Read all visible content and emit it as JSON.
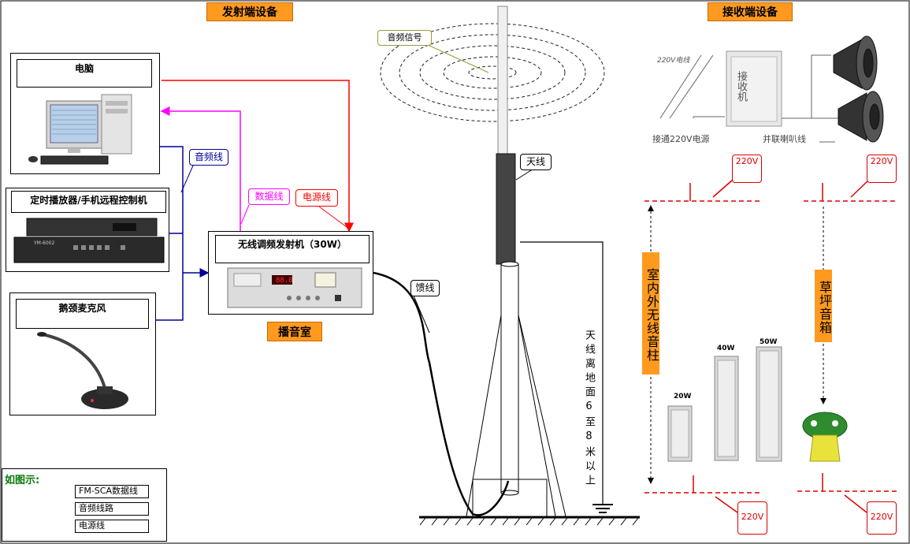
{
  "headers": {
    "transmitter": "发射端设备",
    "receiver": "接收端设备",
    "broadcast_room": "播音室"
  },
  "devices": {
    "computer": "电脑",
    "timer": "定时播放器/手机远程控制机",
    "microphone": "鹅颈麦克风",
    "transmitter": "无线调频发射机（30W）",
    "timer_model": "YM-6002"
  },
  "callouts": {
    "audio_line": "音频线",
    "data_line": "数据线",
    "power_line": "电源线",
    "feeder": "馈线",
    "antenna": "天线",
    "audio_signal": "音频信号"
  },
  "antenna_height_note": "天线离地面6至8米以上",
  "receiver": {
    "box_label": "接收机",
    "power_in": "220V电线",
    "connect_power": "接通220V电源",
    "parallel_horn": "并联喇叭线",
    "voltage_label": "220V",
    "indoor_outdoor": "室内外无线音柱",
    "lawn_speaker": "草坪音箱",
    "watt_labels": [
      "20W",
      "40W",
      "50W"
    ]
  },
  "legend": {
    "title": "如图示:",
    "items": [
      {
        "label": "FM-SCA数据线",
        "color": "#ff00ff"
      },
      {
        "label": "音频线路",
        "color": "#0000cc"
      },
      {
        "label": "电源线",
        "color": "#ff0000"
      }
    ]
  },
  "colors": {
    "data": "#ff00ff",
    "audio": "#000099",
    "power": "#ff0000",
    "tag": "#ff9a1e"
  }
}
